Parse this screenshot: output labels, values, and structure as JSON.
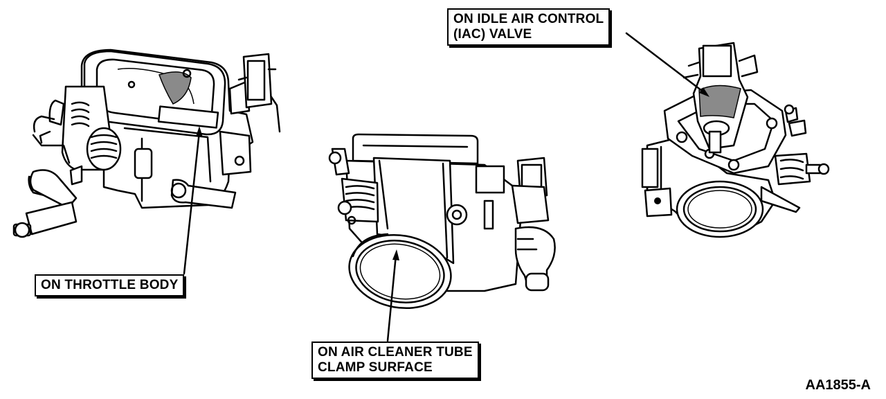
{
  "labels": {
    "throttle_body": "ON THROTTLE BODY",
    "air_cleaner": {
      "line1": "ON AIR CLEANER TUBE",
      "line2": "CLAMP SURFACE"
    },
    "iac_valve": {
      "line1": "ON IDLE AIR CONTROL",
      "line2": "(IAC) VALVE"
    }
  },
  "reference_code": "AA1855-A"
}
